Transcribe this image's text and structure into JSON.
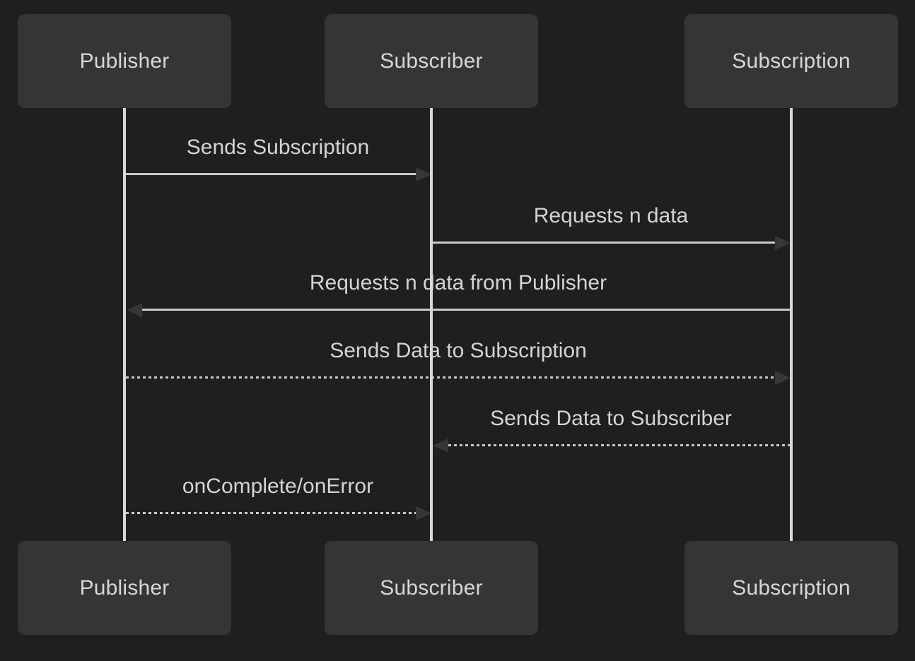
{
  "theme": {
    "bg": "#1f1f1f",
    "box-fill": "#353535",
    "box-text": "#d6d6d6",
    "label-text": "#d4d4d4",
    "line": "#c9c9c9",
    "lifeline": "#d8d8d8",
    "arrowhead": "#373737"
  },
  "diagram": {
    "type": "sequence",
    "actors": [
      "Publisher",
      "Subscriber",
      "Subscription"
    ],
    "messages": [
      {
        "from": "Publisher",
        "to": "Subscriber",
        "label": "Sends Subscription",
        "line": "solid",
        "direction": "right"
      },
      {
        "from": "Subscriber",
        "to": "Subscription",
        "label": "Requests n data",
        "line": "solid",
        "direction": "right"
      },
      {
        "from": "Subscription",
        "to": "Publisher",
        "label": "Requests n data from Publisher",
        "line": "solid",
        "direction": "left"
      },
      {
        "from": "Publisher",
        "to": "Subscription",
        "label": "Sends Data to Subscription",
        "line": "dotted",
        "direction": "right"
      },
      {
        "from": "Subscription",
        "to": "Subscriber",
        "label": "Sends Data to Subscriber",
        "line": "dotted",
        "direction": "left"
      },
      {
        "from": "Publisher",
        "to": "Subscriber",
        "label": "onComplete/onError",
        "line": "dotted",
        "direction": "right"
      }
    ]
  }
}
